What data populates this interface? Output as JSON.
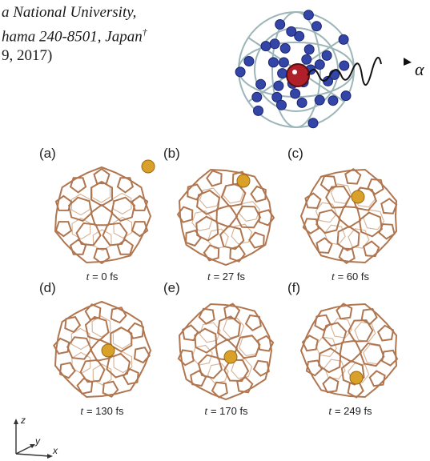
{
  "affiliation": {
    "line1": "a National University,",
    "line2": "hama 240-8501, Japan",
    "line2_mark": "†",
    "line3": "9, 2017)"
  },
  "hero_figure": {
    "label": "α",
    "icon": "endohedral-fullerene-icon"
  },
  "panels": [
    {
      "label": "(a)",
      "time_prefix": "t",
      "time_value": "= 0 fs"
    },
    {
      "label": "(b)",
      "time_prefix": "t",
      "time_value": "= 27 fs"
    },
    {
      "label": "(c)",
      "time_prefix": "t",
      "time_value": "= 60 fs"
    },
    {
      "label": "(d)",
      "time_prefix": "t",
      "time_value": "= 130 fs"
    },
    {
      "label": "(e)",
      "time_prefix": "t",
      "time_value": "= 170 fs"
    },
    {
      "label": "(f)",
      "time_prefix": "t",
      "time_value": "= 249 fs"
    }
  ],
  "axes": {
    "z": "z",
    "y": "y",
    "x": "x"
  },
  "colors": {
    "cage": "#b07650",
    "atom": "#d9a02a",
    "carbon": "#3445a8",
    "core": "#b0202a"
  }
}
